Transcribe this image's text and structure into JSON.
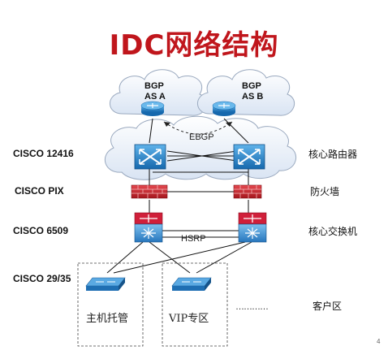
{
  "title": "IDC网络结构",
  "clouds": {
    "left": {
      "line1": "BGP",
      "line2": "AS A"
    },
    "right": {
      "line1": "BGP",
      "line2": "AS B"
    }
  },
  "links": {
    "ebgp": "EBGP",
    "hsrp": "HSRP"
  },
  "layers_left": [
    "CISCO 12416",
    "CISCO PIX",
    "CISCO 6509",
    "CISCO 29/35"
  ],
  "layers_right": [
    "核心路由器",
    "防火墙",
    "核心交换机",
    "客户区"
  ],
  "zones": {
    "hosting": "主机托管",
    "vip": "VIP专区",
    "more": "…………"
  },
  "page_number": "4",
  "colors": {
    "title": "#c0161c",
    "router": "#1f7fc9",
    "firewall": "#c8232b",
    "switch_top": "#d01f3a",
    "switch_bottom": "#1e84cf"
  }
}
